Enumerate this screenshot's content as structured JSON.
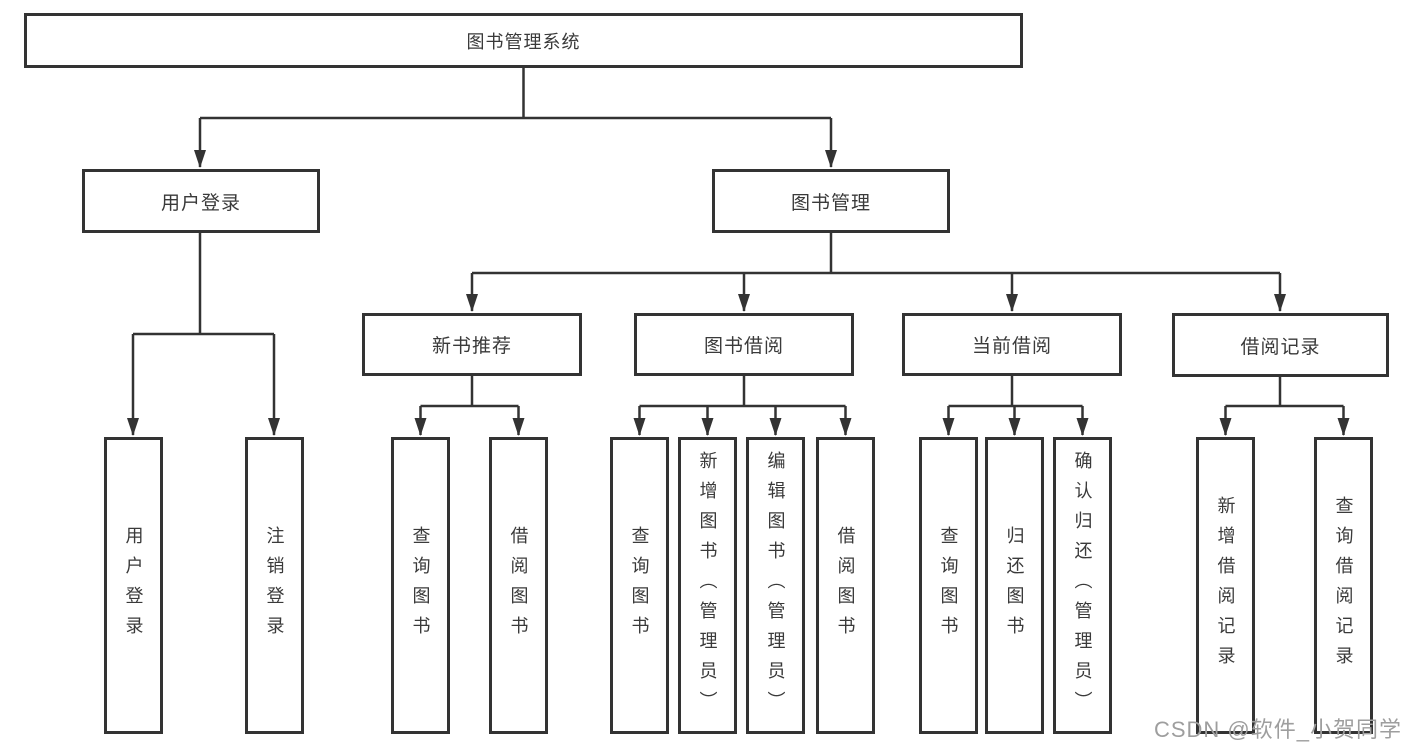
{
  "colors": {
    "line": "#333333",
    "text": "#3a3a3a",
    "watermark": "#9e9e9e",
    "background": "#ffffff"
  },
  "watermark": {
    "text": "CSDN @软件_小贺同学"
  },
  "tree": {
    "root": {
      "label": "图书管理系统"
    },
    "branches": [
      {
        "label": "用户登录",
        "children": [
          {
            "label": "用户登录"
          },
          {
            "label": "注销登录"
          }
        ]
      },
      {
        "label": "图书管理",
        "children": [
          {
            "label": "新书推荐",
            "children": [
              {
                "label": "查询图书"
              },
              {
                "label": "借阅图书"
              }
            ]
          },
          {
            "label": "图书借阅",
            "children": [
              {
                "label": "查询图书"
              },
              {
                "label": "新增图书（管理员）"
              },
              {
                "label": "编辑图书（管理员）"
              },
              {
                "label": "借阅图书"
              }
            ]
          },
          {
            "label": "当前借阅",
            "children": [
              {
                "label": "查询图书"
              },
              {
                "label": "归还图书"
              },
              {
                "label": "确认归还（管理员）"
              }
            ]
          },
          {
            "label": "借阅记录",
            "children": [
              {
                "label": "新增借阅记录"
              },
              {
                "label": "查询借阅记录"
              }
            ]
          }
        ]
      }
    ]
  }
}
